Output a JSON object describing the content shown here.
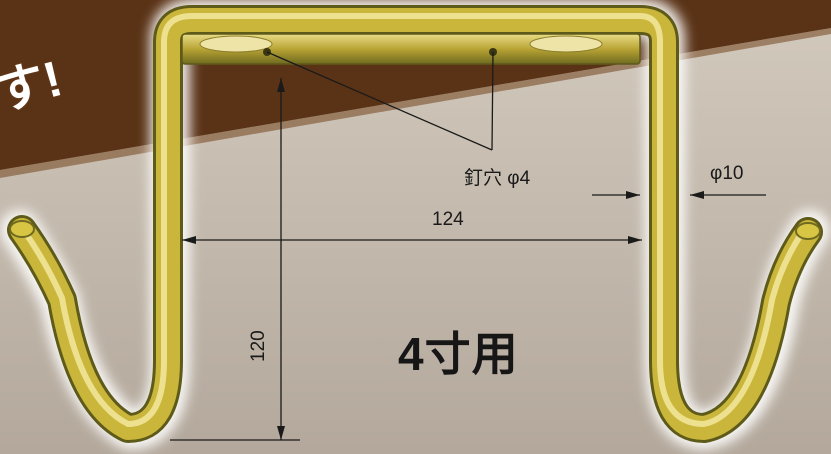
{
  "labels": {
    "corner_text": "す!",
    "nail_hole": "釘穴 φ4",
    "wire_diameter": "φ10",
    "width": "124",
    "height": "120",
    "size_title": "4寸用"
  },
  "colors": {
    "background_top": "#5a3317",
    "background_bottom": "#c3b9ac",
    "wire_gold": "#c9b63a",
    "wire_highlight": "#f3e9a0",
    "wire_shadow": "#6f6a20",
    "dimension_line": "#1a1a1a",
    "title_text": "#161616"
  }
}
